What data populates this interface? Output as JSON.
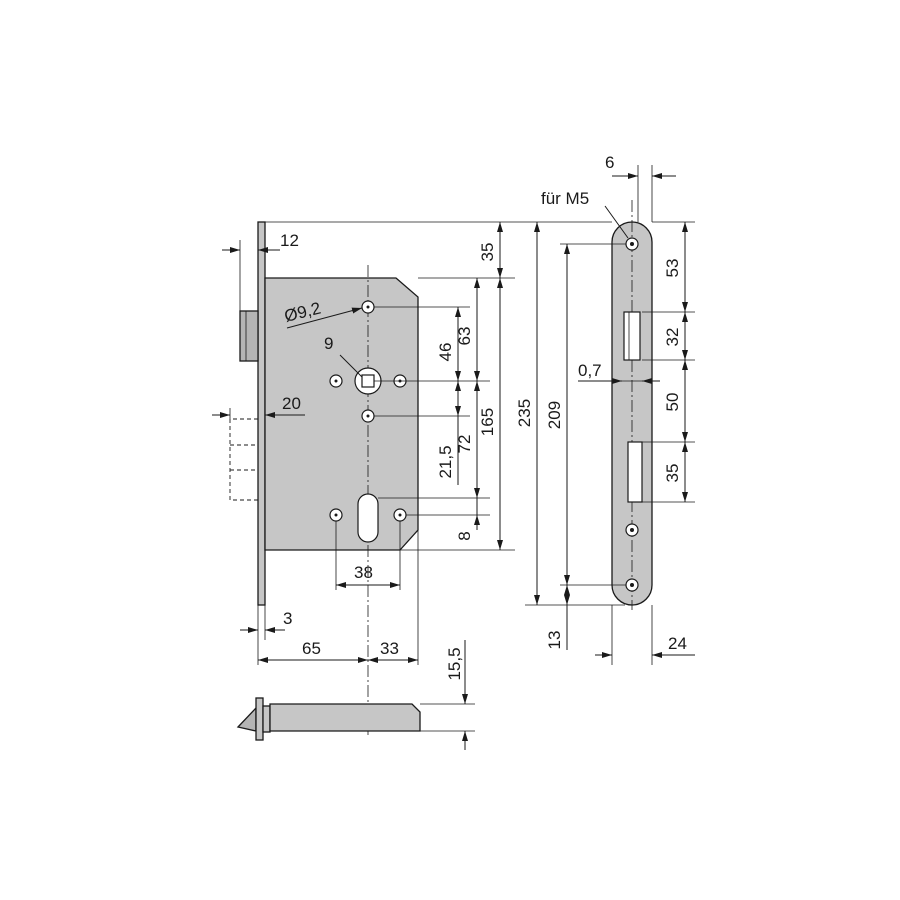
{
  "labels": {
    "d12": "12",
    "d35": "35",
    "d_dia": "Ø9,2",
    "d9": "9",
    "d46": "46",
    "d63": "63",
    "d20": "20",
    "d21_5": "21,5",
    "d72": "72",
    "d165": "165",
    "d8": "8",
    "d38": "38",
    "d3": "3",
    "d65": "65",
    "d33": "33",
    "d15_5": "15,5",
    "d6": "6",
    "fuer_m5": "für M5",
    "d235": "235",
    "d209": "209",
    "d0_7": "0,7",
    "d53": "53",
    "d32": "32",
    "d50": "50",
    "d35b": "35",
    "d13": "13",
    "d24": "24"
  }
}
